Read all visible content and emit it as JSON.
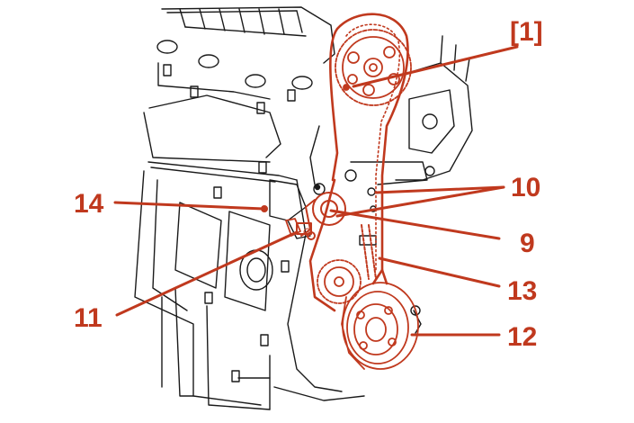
{
  "accent_color": "#c0391e",
  "line_color": "#1a1a1a",
  "callouts": [
    {
      "id": "1",
      "text": "[1]"
    },
    {
      "id": "10",
      "text": "10"
    },
    {
      "id": "9",
      "text": "9"
    },
    {
      "id": "13",
      "text": "13"
    },
    {
      "id": "12",
      "text": "12"
    },
    {
      "id": "14",
      "text": "14"
    },
    {
      "id": "11",
      "text": "11"
    }
  ]
}
